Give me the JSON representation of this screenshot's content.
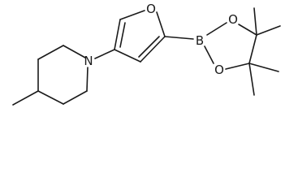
{
  "molecule": {
    "atoms": {
      "ring_oxygen": "O",
      "piperidine_nitrogen": "N",
      "boron": "B",
      "dioxaborolane_oxygen_top": "O",
      "dioxaborolane_oxygen_bottom": "O"
    }
  }
}
